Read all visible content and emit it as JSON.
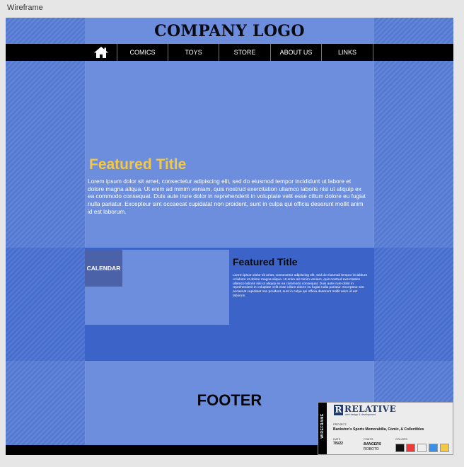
{
  "window_title": "Wireframe",
  "logo_text": "COMPANY LOGO",
  "nav": {
    "home_icon": "home-icon",
    "items": [
      "COMICS",
      "TOYS",
      "STORE",
      "ABOUT US",
      "LINKS"
    ]
  },
  "hero": {
    "title": "Featured Title",
    "body": "Lorem ipsum dolor sit amet, consectetur adipiscing elit, sed do eiusmod tempor incididunt ut labore et dolore magna aliqua. Ut enim ad minim veniam, quis nostrud exercitation ullamco laboris nisi ut aliquip ex ea commodo consequat. Duis aute irure dolor in reprehenderit in voluptate velit esse cillum dolore eu fugiat nulla pariatur. Excepteur sint occaecat cupidatat non proident, sunt in culpa qui officia deserunt mollit anim id est laborum."
  },
  "calendar_label": "CALENDAR",
  "feature2": {
    "title": "Featured Title",
    "body": "Lorem ipsum dolor sit amet, consectetur adipiscing elit, sed do eiusmod tempor incididunt ut labore et dolore magna aliqua. Ut enim ad minim veniam, quis nostrud exercitation ullamco laboris nisi ut aliquip ex ea commodo consequat. Duis aute irure dolor in reprehenderit in voluptate velit esse cillum dolore eu fugiat nulla pariatur. Excepteur sint occaecat cupidatat non proident, sunt in culpa qui officia deserunt mollit anim id est laborum."
  },
  "footer_label": "FOOTER",
  "title_block": {
    "side_label": "WIREFRAME",
    "logo_letter": "R",
    "logo_word": "RELATIVE",
    "tagline": "web design & development",
    "project_label": "PROJECT:",
    "project_value": "Bankston's Sports Memorabilia, Comic, & Collectibles",
    "date_label": "DATE",
    "date_value": "7/5/22",
    "fonts_label": "FONTS",
    "font_1": "BANGERS",
    "font_2": "ROBOTO",
    "colors_label": "COLORS",
    "colors": [
      "#111111",
      "#f03a3a",
      "#eeeeee",
      "#3a8fe6",
      "#f4c842"
    ]
  }
}
